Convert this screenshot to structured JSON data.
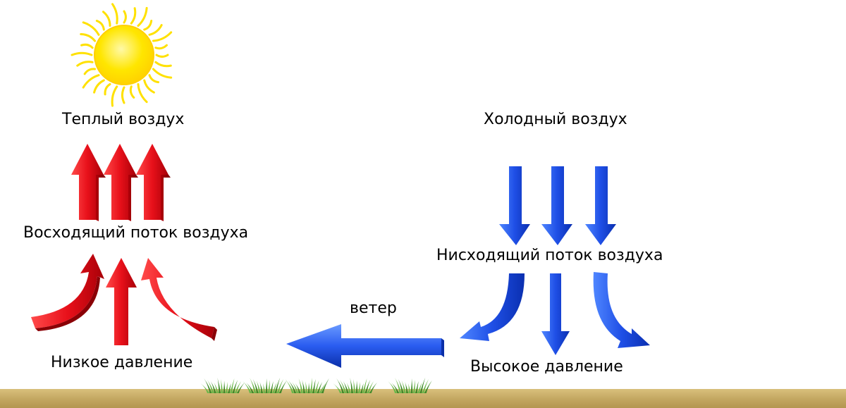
{
  "labels": {
    "warm_air": "Теплый воздух",
    "cold_air": "Холодный воздух",
    "rising_flow": "Восходящий поток воздуха",
    "sinking_flow": "Нисходящий поток воздуха",
    "low_pressure": "Низкое давление",
    "high_pressure": "Высокое давление",
    "wind": "ветер"
  },
  "icons": [
    "sun-icon",
    "grass-icon"
  ],
  "colors": {
    "warm_arrow": "#e8141c",
    "cold_arrow": "#1f4fe6",
    "sun": "#ffe400",
    "ground": "#c7ad6a"
  }
}
